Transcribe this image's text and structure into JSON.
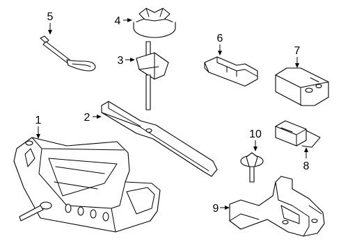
{
  "callouts": [
    {
      "id": "1",
      "label": "1",
      "part": "jack"
    },
    {
      "id": "2",
      "label": "2",
      "part": "jack-handle"
    },
    {
      "id": "3",
      "label": "3",
      "part": "wing-bolt"
    },
    {
      "id": "4",
      "label": "4",
      "part": "hold-down-nut"
    },
    {
      "id": "5",
      "label": "5",
      "part": "tow-eye"
    },
    {
      "id": "6",
      "label": "6",
      "part": "tray-cover"
    },
    {
      "id": "7",
      "label": "7",
      "part": "tire-repair-kit"
    },
    {
      "id": "8",
      "label": "8",
      "part": "compressor-bracket"
    },
    {
      "id": "9",
      "label": "9",
      "part": "tool-tray"
    },
    {
      "id": "10",
      "label": "10",
      "part": "retainer-bolt"
    }
  ]
}
